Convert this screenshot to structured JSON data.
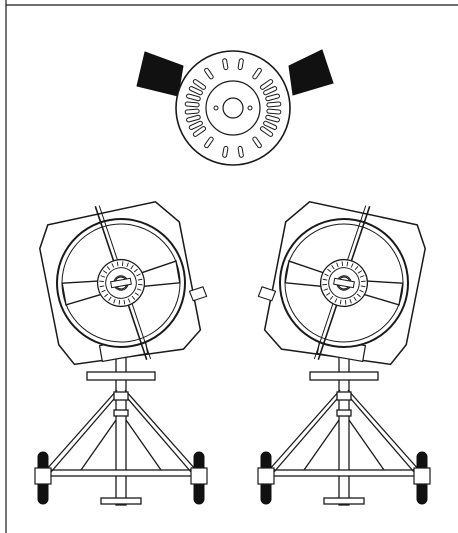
{
  "colors": {
    "line": "#1a1a1a",
    "fill": "#ffffff",
    "blade": "#111111",
    "background": "#ffffff"
  },
  "icons": {
    "detail": "slotted-hub-icon",
    "machine": "snow-cannon-icon"
  },
  "figure": {
    "detail_view": {
      "hub_slots": 24,
      "blades": 2
    },
    "machines": [
      {
        "name": "left-machine",
        "tilt": "left"
      },
      {
        "name": "right-machine",
        "tilt": "right"
      }
    ]
  }
}
